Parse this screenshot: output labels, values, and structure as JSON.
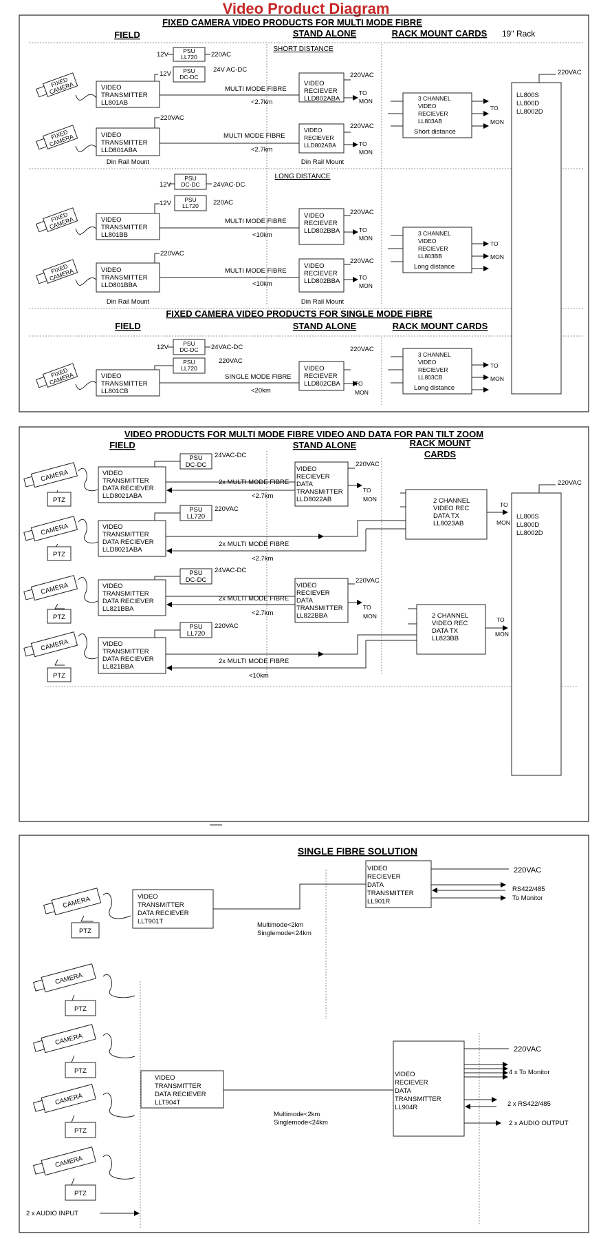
{
  "main_title": "Video Product Diagram",
  "title_color": "#c62828",
  "panel1": {
    "title": "FIXED CAMERA VIDEO PRODUCTS FOR MULTI  MODE FIBRE",
    "field": "FIELD",
    "stand_alone": "STAND ALONE",
    "rack_mount": "RACK MOUNT CARDS",
    "rack_size": "19\" Rack",
    "short_distance": "SHORT DISTANCE",
    "long_distance": "LONG DISTANCE",
    "sm_title": "FIXED CAMERA VIDEO PRODUCTS FOR SINGLE  MODE FIBRE",
    "sm_field": "FIELD",
    "sm_stand_alone": "STAND ALONE",
    "sm_rack_mount": "RACK MOUNT CARDS",
    "camera": [
      "FIXED",
      "CAMERA"
    ],
    "psu_ll720": [
      "PSU",
      "LL720"
    ],
    "psu_dcdc": [
      "PSU",
      "DC-DC"
    ],
    "v12": "12V",
    "v220ac": "220AC",
    "v24vacdc_a": "24V AC-DC",
    "v24vacdc_b": "24VAC-DC",
    "v220vac": "220VAC",
    "tx1": [
      "VIDEO",
      "TRANSMITTER",
      "LL801AB"
    ],
    "tx2": [
      "VIDEO",
      "TRANSMITTER",
      "LLD801ABA"
    ],
    "tx3": [
      "VIDEO",
      "TRANSMITTER",
      "LL801BB"
    ],
    "tx4": [
      "VIDEO",
      "TRANSMITTER",
      "LLD801BBA"
    ],
    "tx5": [
      "VIDEO",
      "TRANSMITTER",
      "LL801CB"
    ],
    "rx1": [
      "VIDEO",
      "RECIEVER",
      "LLD802ABA"
    ],
    "rx2": [
      "VIDEO",
      "RECIEVER",
      "LLD802ABA"
    ],
    "rx3": [
      "VIDEO",
      "RECIEVER",
      "LLD802BBA"
    ],
    "rx4": [
      "VIDEO",
      "RECIEVER",
      "LLD802BBA"
    ],
    "rx5": [
      "VIDEO",
      "RECIEVER",
      "LLD802CBA"
    ],
    "mm_fibre": "MULTI MODE FIBRE",
    "sm_fibre": "SINGLE MODE FIBRE",
    "d27": "<2.7km",
    "d10": "<10km",
    "d20": "<20km",
    "to": "TO",
    "mon": "MON",
    "din_rail": "Din Rail Mount",
    "card1": [
      "3 CHANNEL",
      "VIDEO",
      "RECIEVER",
      "LL803AB",
      "Short distance"
    ],
    "card2": [
      "3 CHANNEL",
      "VIDEO",
      "RECIEVER",
      "LL803BB",
      "Long distance"
    ],
    "card3": [
      "3 CHANNEL",
      "VIDEO",
      "RECIEVER",
      "LL803CB",
      "Long distance"
    ],
    "rack": [
      "LL800S",
      "LL800D",
      "LL8002D"
    ]
  },
  "panel2": {
    "title": "VIDEO PRODUCTS FOR MULTI  MODE FIBRE VIDEO AND DATA FOR PAN TILT  ZOOM",
    "field": "FIELD",
    "stand_alone": "STAND ALONE",
    "rack_mount": [
      "RACK MOUNT",
      "CARDS"
    ],
    "camera": "CAMERA",
    "ptz": "PTZ",
    "psu_dcdc": [
      "PSU",
      "DC-DC"
    ],
    "psu_ll720": [
      "PSU",
      "LL720"
    ],
    "v24vacdc": "24VAC-DC",
    "v220vac": "220VAC",
    "tx1": [
      "VIDEO",
      "TRANSMITTER",
      "DATA RECIEVER",
      "LLD8021ABA"
    ],
    "tx2": [
      "VIDEO",
      "TRANSMITTER",
      "DATA RECIEVER",
      "LLD8021ABA"
    ],
    "tx3": [
      "VIDEO",
      "TRANSMITTER",
      "DATA RECIEVER",
      "LL821BBA"
    ],
    "tx4": [
      "VIDEO",
      "TRANSMITTER",
      "DATA RECIEVER",
      "LL821BBA"
    ],
    "rx1": [
      "VIDEO",
      "RECIEVER",
      "DATA",
      "TRANSMITTER",
      "LLD8022AB"
    ],
    "rx2": [
      "VIDEO",
      "RECIEVER",
      "DATA",
      "TRANSMITTER",
      "LL822BBA"
    ],
    "mm2": "2x MULTI MODE FIBRE",
    "d27": "<2.7km",
    "d10": "<10km",
    "to": "TO",
    "mon": "MON",
    "card1": [
      "2 CHANNEL",
      "VIDEO REC",
      "DATA TX",
      "LL8023AB"
    ],
    "card2": [
      "2 CHANNEL",
      "VIDEO REC",
      "DATA TX",
      "LL823BB"
    ],
    "rack": [
      "LL800S",
      "LL800D",
      "LL8002D"
    ]
  },
  "panel3": {
    "title": "SINGLE FIBRE SOLUTION",
    "camera": "CAMERA",
    "ptz": "PTZ",
    "tx1": [
      "VIDEO",
      "TRANSMITTER",
      "DATA RECIEVER",
      "LLT901T"
    ],
    "rx1": [
      "VIDEO",
      "RECIEVER",
      "DATA",
      "TRANSMITTER",
      "LL901R"
    ],
    "tx2": [
      "VIDEO",
      "TRANSMITTER",
      "DATA RECIEVER",
      "LLT904T"
    ],
    "rx2": [
      "VIDEO",
      "RECIEVER",
      "DATA",
      "TRANSMITTER",
      "LL904R"
    ],
    "multimode": "Multimode<2km",
    "singlemode": "Singlemode<24km",
    "v220vac": "220VAC",
    "rs422": "RS422/485",
    "to_monitor": "To Monitor",
    "four_to_monitor": "4 x To Monitor",
    "two_rs422": "2 x RS422/485",
    "audio_out": "2 x AUDIO OUTPUT",
    "audio_in": "2 x AUDIO INPUT"
  }
}
